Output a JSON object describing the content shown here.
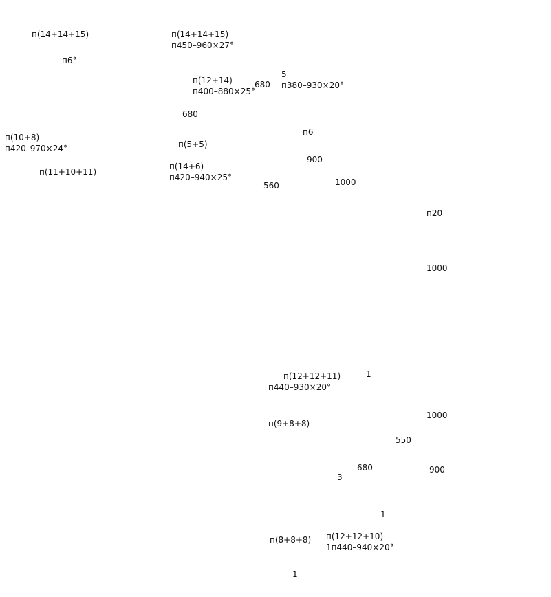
{
  "labels": {
    "l01": {
      "lines": [
        "п(14+14+15)"
      ]
    },
    "l02": {
      "lines": [
        "п(14+14+15)",
        "п450–960×27°"
      ]
    },
    "l03": {
      "lines": [
        "п6°"
      ]
    },
    "l04": {
      "lines": [
        "п(12+14)",
        "п400–880×25°"
      ]
    },
    "l05": {
      "lines": [
        "680"
      ]
    },
    "l06": {
      "lines": [
        "5",
        "п380–930×20°"
      ]
    },
    "l07": {
      "lines": [
        "680"
      ]
    },
    "l08": {
      "lines": [
        "п6"
      ]
    },
    "l09": {
      "lines": [
        "п(10+8)",
        "п420–970×24°"
      ]
    },
    "l10": {
      "lines": [
        "п(5+5)"
      ]
    },
    "l11": {
      "lines": [
        "900"
      ]
    },
    "l12": {
      "lines": [
        "п(14+6)",
        "п420–940×25°"
      ]
    },
    "l13": {
      "lines": [
        "п(11+10+11)"
      ]
    },
    "l14": {
      "lines": [
        "1000"
      ]
    },
    "l15": {
      "lines": [
        "560"
      ]
    },
    "l16": {
      "lines": [
        "п20"
      ]
    },
    "l17": {
      "lines": [
        "1000"
      ]
    },
    "l18": {
      "lines": [
        "1"
      ]
    },
    "l19": {
      "lines": [
        "п(12+12+11)",
        "п440–930×20°"
      ]
    },
    "l20": {
      "lines": [
        "1000"
      ]
    },
    "l21": {
      "lines": [
        "п(9+8+8)"
      ]
    },
    "l22": {
      "lines": [
        "550"
      ]
    },
    "l23": {
      "lines": [
        "680"
      ]
    },
    "l24": {
      "lines": [
        "3"
      ]
    },
    "l25": {
      "lines": [
        "900"
      ]
    },
    "l26": {
      "lines": [
        "1"
      ]
    },
    "l27": {
      "lines": [
        "п(8+8+8)"
      ]
    },
    "l28": {
      "lines": [
        "п(12+12+10)",
        "1п440–940×20°"
      ]
    },
    "l29": {
      "lines": [
        "1"
      ]
    }
  }
}
